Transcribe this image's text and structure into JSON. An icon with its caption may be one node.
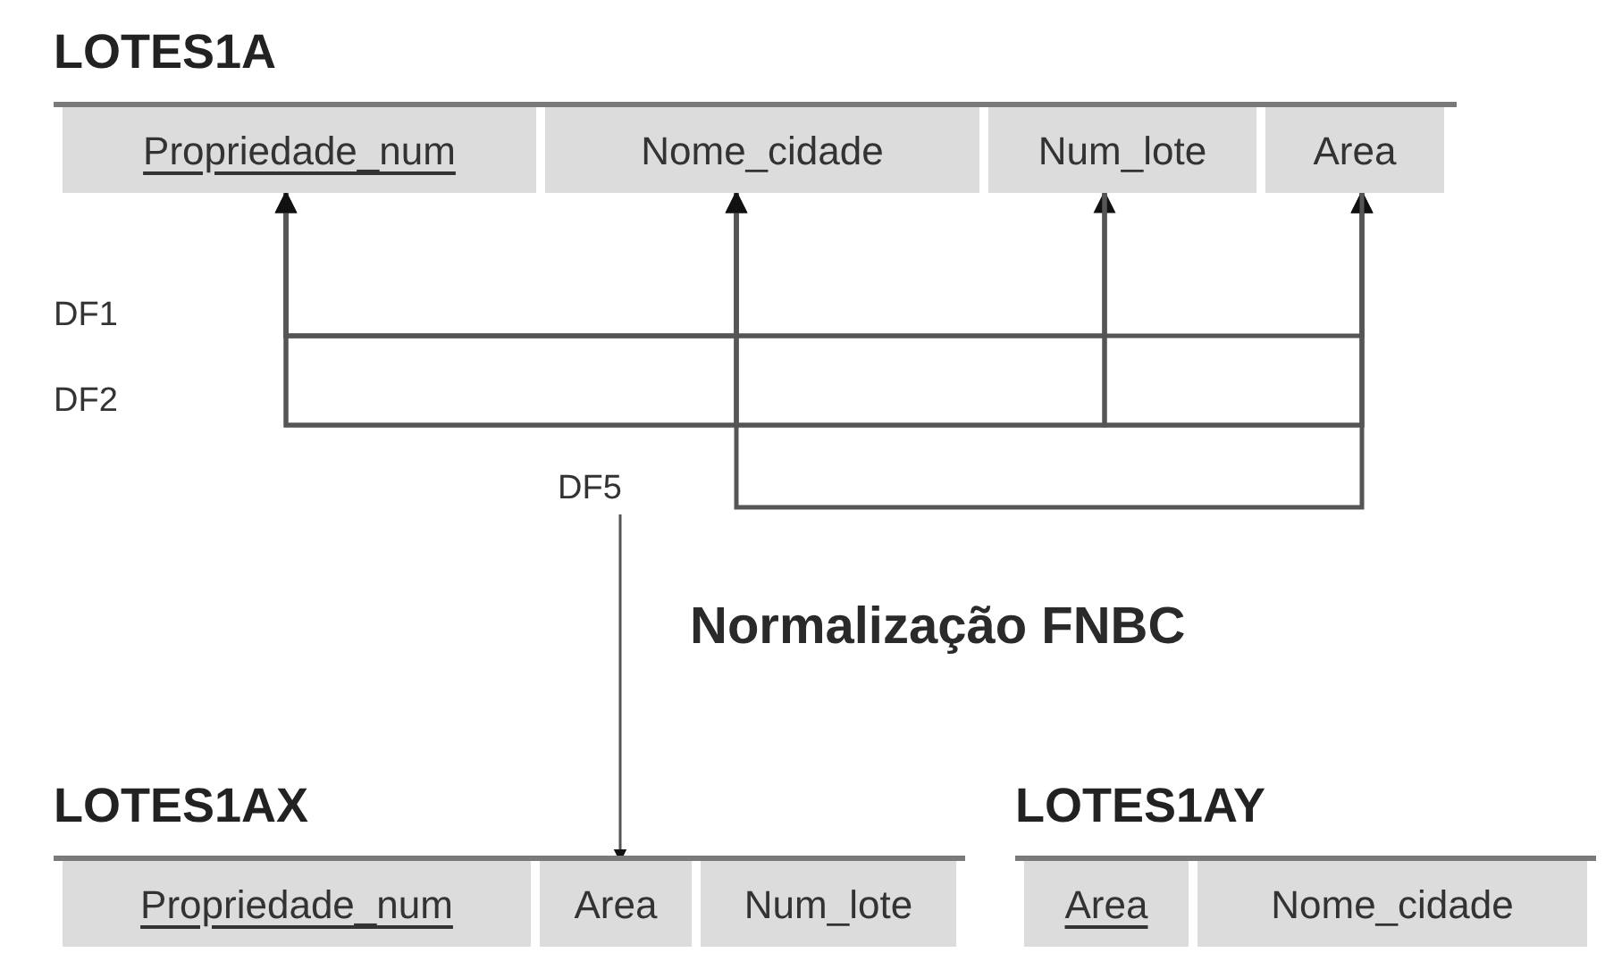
{
  "diagram": {
    "nodes": [
      {
        "text": [
          "Propriedade_num"
        ]
      },
      {
        "text": [
          "Nome_cidade"
        ]
      },
      {
        "text": [
          "Num_lote"
        ]
      },
      {
        "text": [
          "Area"
        ]
      },
      {
        "text": [
          "DF5"
        ]
      },
      {
        "text": [
          "Propriedade_num"
        ]
      },
      {
        "text": [
          "Area"
        ]
      },
      {
        "text": [
          "Num_lote"
        ]
      },
      {
        "text": [
          "Area"
        ]
      },
      {
        "text": [
          "Nome_cidade"
        ]
      }
    ],
    "edges": [
      {
        "from": 0,
        "to": 1,
        "arrow": "to"
      },
      {
        "from": 0,
        "to": 2,
        "arrow": "to"
      },
      {
        "from": 0,
        "to": 3,
        "arrow": "to"
      },
      {
        "from": 1,
        "to": 0,
        "arrow": "to"
      },
      {
        "from": 1,
        "to": 3,
        "arrow": "to"
      },
      {
        "from": 2,
        "to": 0,
        "arrow": "to"
      },
      {
        "from": 2,
        "to": 3,
        "arrow": "to"
      },
      {
        "from": 3,
        "to": 1,
        "arrow": "to"
      },
      {
        "from": 4,
        "to": 6,
        "arrow": "to"
      }
    ],
    "labels": [
      "LOTES1A",
      "DF1",
      "DF2",
      "Normalização FNBC",
      "LOTES1AX",
      "LOTES1AY"
    ]
  }
}
